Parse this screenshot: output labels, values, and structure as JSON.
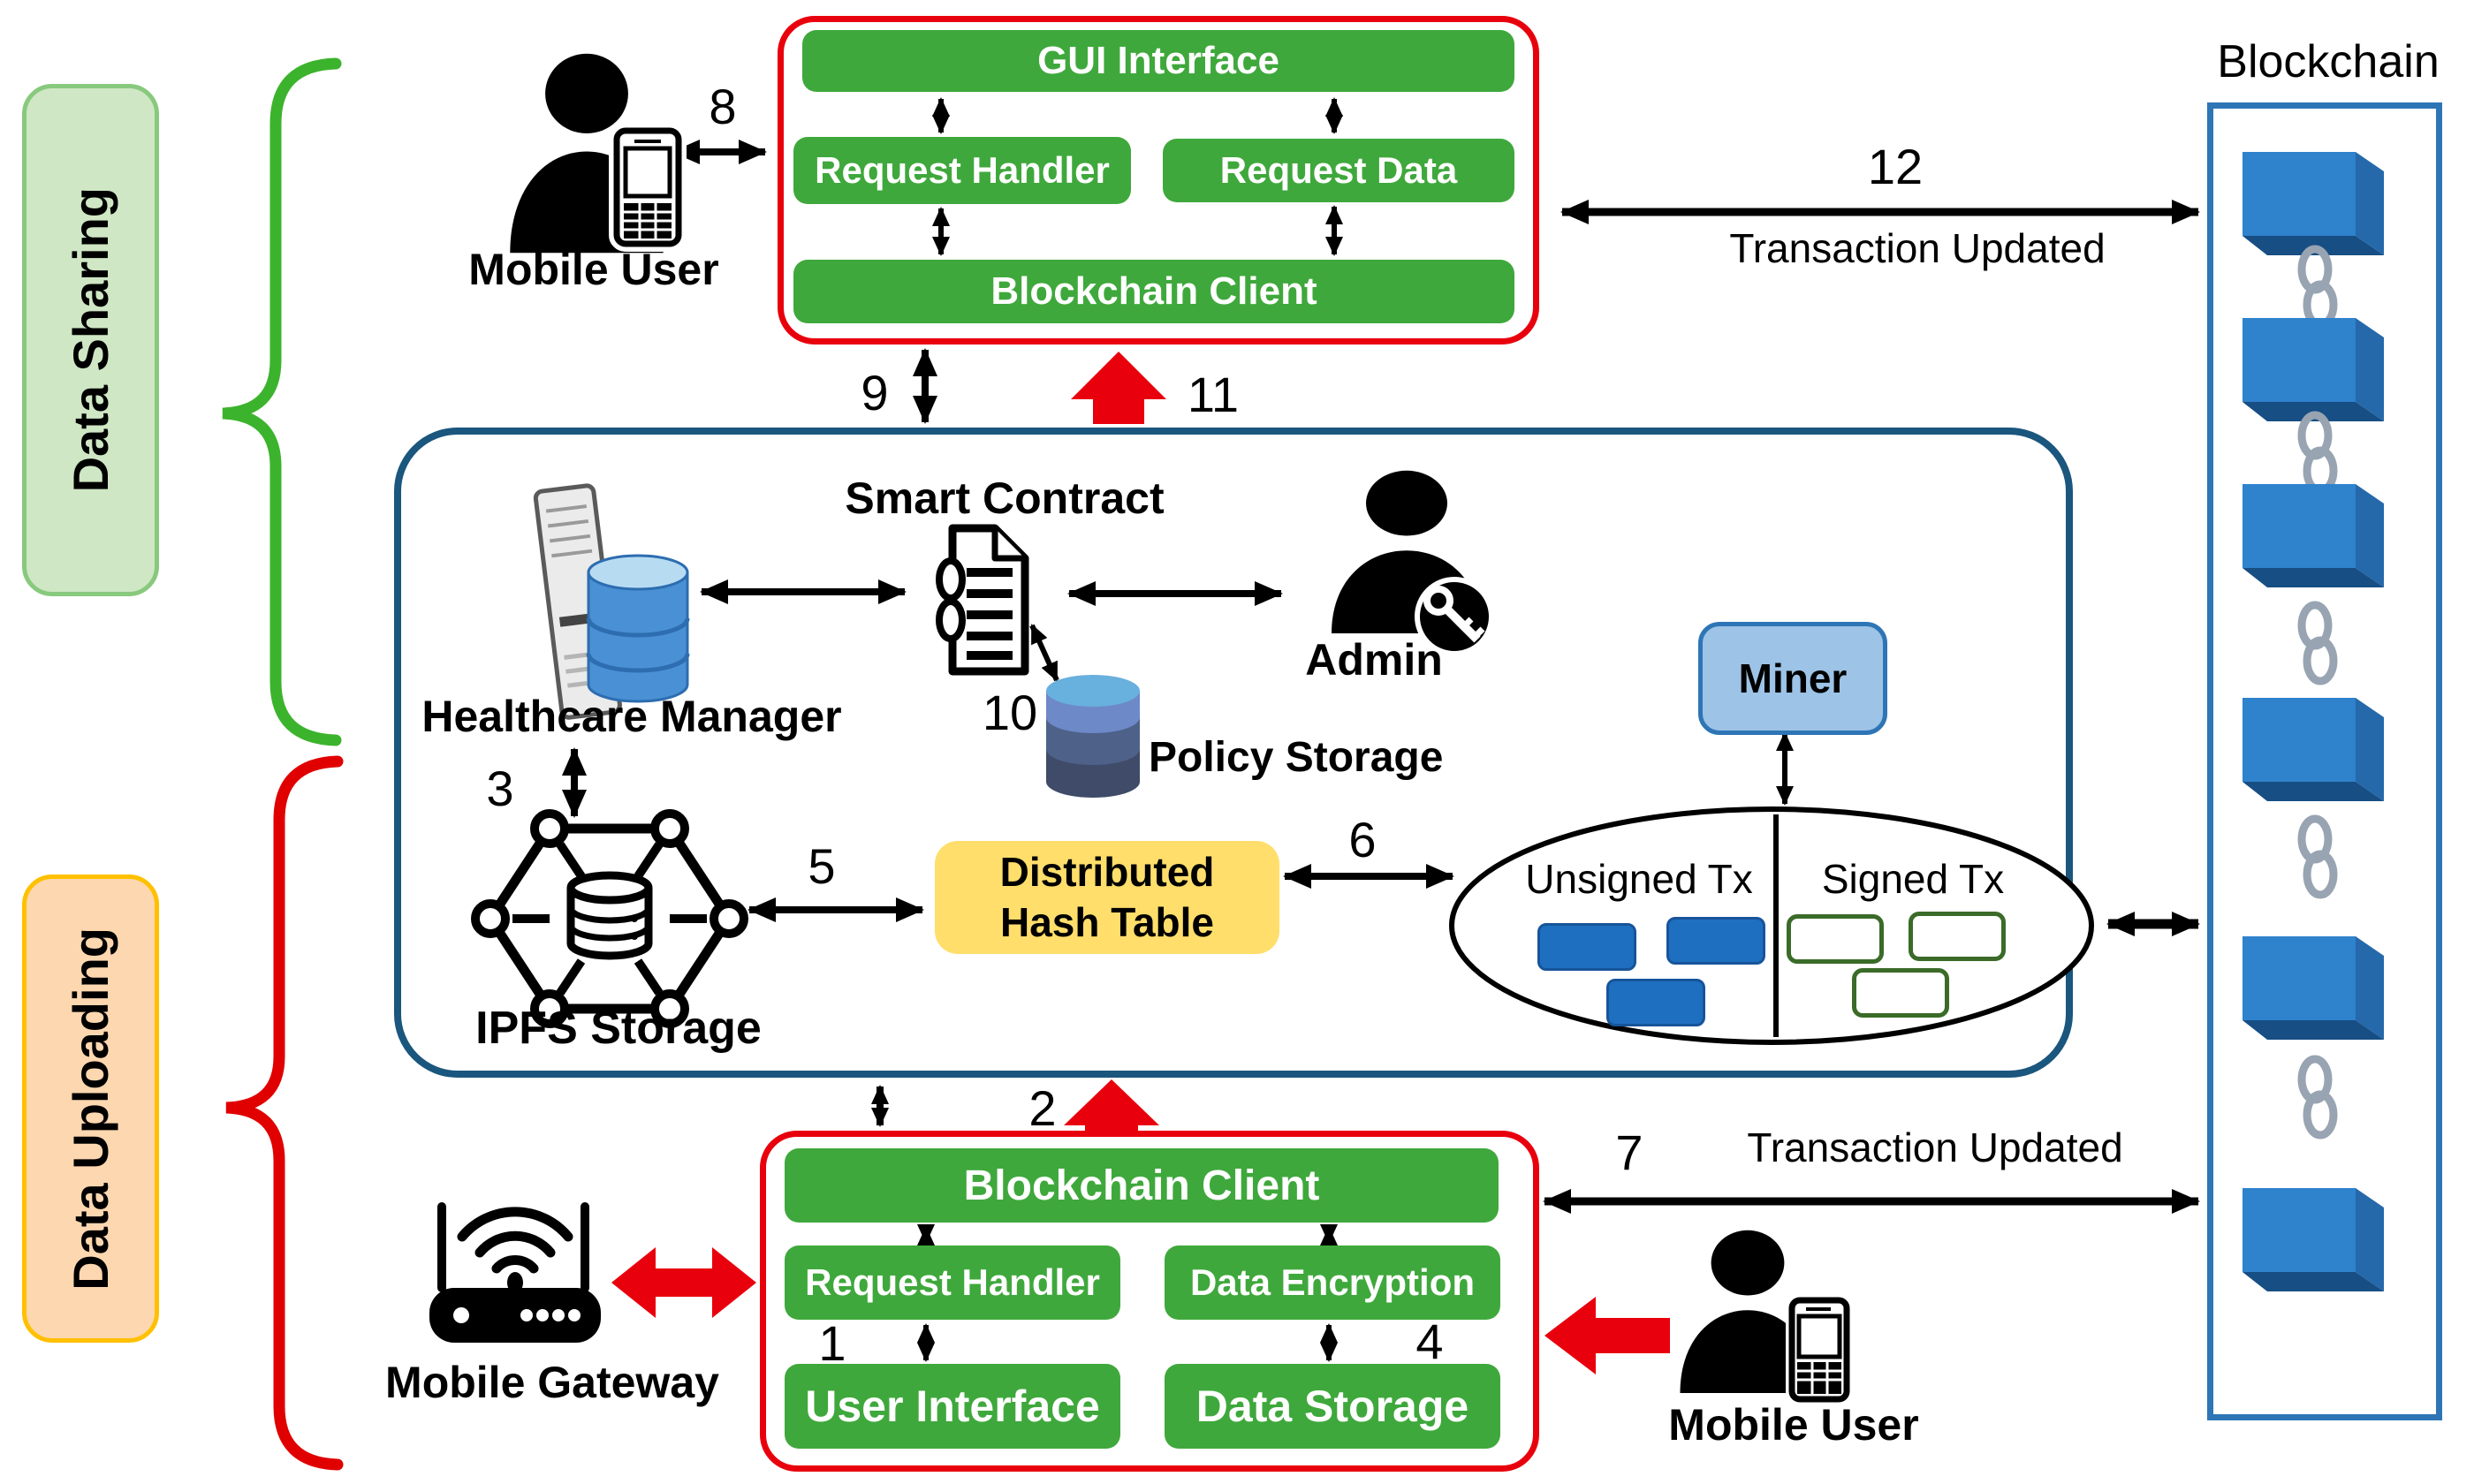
{
  "colors": {
    "green_bar": "#3fa83c",
    "red_frame": "#e8000d",
    "blue_container": "#1a567d",
    "blockchain_border": "#2e75b6",
    "cube_front": "#2f82cc",
    "cube_side": "#2569aa",
    "cube_bottom": "#174e84",
    "chain_link": "#98a4b2",
    "miner_fill": "#9dc3e6",
    "dht_fill": "#ffde6b",
    "data_sharing_fill": "#cfe7c4",
    "data_sharing_border": "#88c97e",
    "data_uploading_fill": "#fcd7b0",
    "data_uploading_border": "#ffc000",
    "unsigned_tx_fill": "#1f6fc0",
    "signed_tx_border": "#3a6b28",
    "brace_green": "#3cb32c",
    "brace_red": "#e00000"
  },
  "sections": {
    "data_sharing": "Data Sharing",
    "data_uploading": "Data Uploading"
  },
  "top_client": {
    "gui_interface": "GUI Interface",
    "request_handler": "Request Handler",
    "request_data": "Request Data",
    "blockchain_client": "Blockchain Client"
  },
  "middle": {
    "smart_contract": "Smart Contract",
    "healthcare_manager": "Healthcare Manager",
    "admin": "Admin",
    "miner": "Miner",
    "policy_storage": "Policy Storage",
    "ipfs_storage": "IPFS Storage",
    "dht_line1": "Distributed",
    "dht_line2": "Hash Table",
    "unsigned_tx": "Unsigned Tx",
    "signed_tx": "Signed Tx"
  },
  "bottom_client": {
    "blockchain_client": "Blockchain Client",
    "request_handler": "Request Handler",
    "data_encryption": "Data Encryption",
    "user_interface": "User Interface",
    "data_storage": "Data Storage"
  },
  "actors": {
    "mobile_user_top": "Mobile User",
    "mobile_gateway": "Mobile Gateway",
    "mobile_user_bottom": "Mobile User"
  },
  "blockchain": {
    "title": "Blockchain"
  },
  "edges": {
    "n1": "1",
    "n2": "2",
    "n3": "3",
    "n4": "4",
    "n5": "5",
    "n6": "6",
    "n7": "7",
    "n8": "8",
    "n9": "9",
    "n10": "10",
    "n11": "11",
    "n12": "12",
    "transaction_updated_top": "Transaction Updated",
    "transaction_updated_bottom": "Transaction Updated"
  }
}
